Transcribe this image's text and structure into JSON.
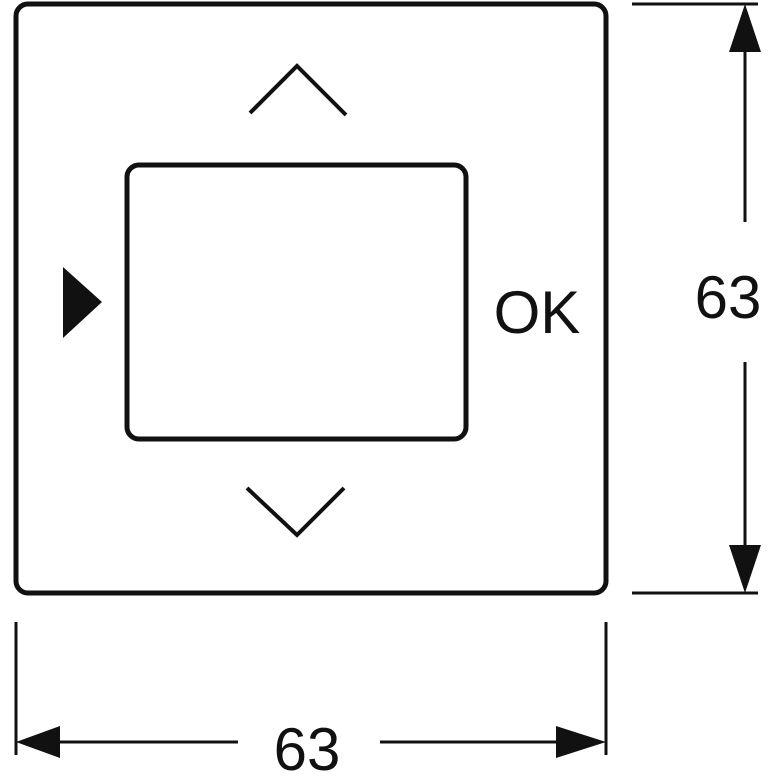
{
  "panel": {
    "ok_label": "OK"
  },
  "dimensions": {
    "width_label": "63",
    "height_label": "63"
  },
  "colors": {
    "stroke": "#111111",
    "background": "#ffffff"
  },
  "icons": {
    "up": "chevron-up-icon",
    "down": "chevron-down-icon",
    "left": "triangle-right-icon"
  }
}
